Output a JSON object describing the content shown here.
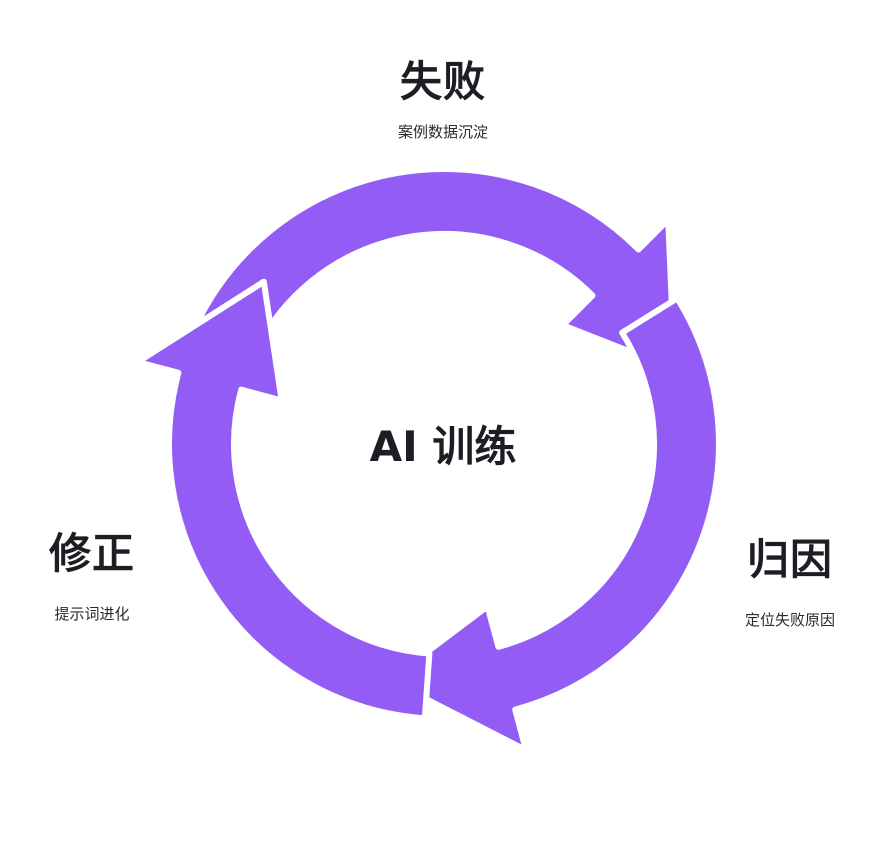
{
  "diagram": {
    "center_label": "AI 训练",
    "accent_color": "#935cf5",
    "stages": [
      {
        "title": "失败",
        "description": "案例数据沉淀"
      },
      {
        "title": "归因",
        "description": "定位失败原因"
      },
      {
        "title": "修正",
        "description": "提示词进化"
      }
    ],
    "arrows": [
      {
        "from": "失败",
        "to": "归因"
      },
      {
        "from": "归因",
        "to": "修正"
      },
      {
        "from": "修正",
        "to": "失败"
      }
    ]
  }
}
